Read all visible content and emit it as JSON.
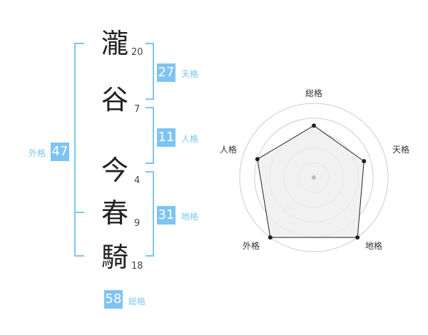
{
  "characters": [
    {
      "char": "瀧",
      "strokes": "20"
    },
    {
      "char": "谷",
      "strokes": "7"
    },
    {
      "char": "今",
      "strokes": "4"
    },
    {
      "char": "春",
      "strokes": "9"
    },
    {
      "char": "騎",
      "strokes": "18"
    }
  ],
  "fortunes": {
    "tenkaku": {
      "value": "27",
      "label": "天格"
    },
    "jinkaku": {
      "value": "11",
      "label": "人格"
    },
    "chikaku": {
      "value": "31",
      "label": "地格"
    },
    "gaikaku": {
      "value": "47",
      "label": "外格"
    },
    "soukaku": {
      "value": "58",
      "label": "総格"
    }
  },
  "radar_labels": {
    "soukaku": "総格",
    "tenkaku": "天格",
    "chikaku": "地格",
    "gaikaku": "外格",
    "jinkaku": "人格"
  },
  "colors": {
    "accent": "#7ec4f3",
    "grid": "#cccccc",
    "fill": "#eeeeee",
    "line": "#222222"
  },
  "chart_data": {
    "type": "radar",
    "categories": [
      "総格",
      "天格",
      "地格",
      "外格",
      "人格"
    ],
    "values": [
      0.7,
      0.71,
      1.0,
      1.0,
      0.8
    ],
    "grid": true
  }
}
